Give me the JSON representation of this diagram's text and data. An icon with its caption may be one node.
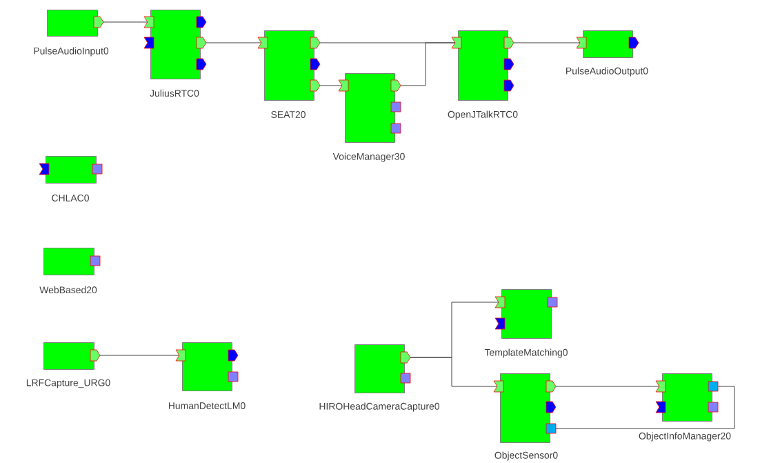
{
  "diagram": {
    "nodes": [
      {
        "text": [
          "PulseAudioInput0"
        ]
      },
      {
        "text": [
          "JuliusRTC0"
        ]
      },
      {
        "text": [
          "SEAT20"
        ]
      },
      {
        "text": [
          "VoiceManager30"
        ]
      },
      {
        "text": [
          "OpenJTalkRTC0"
        ]
      },
      {
        "text": [
          "PulseAudioOutput0"
        ]
      },
      {
        "text": [
          "CHLAC0"
        ]
      },
      {
        "text": [
          "WebBased20"
        ]
      },
      {
        "text": [
          "LRFCapture_URG0"
        ]
      },
      {
        "text": [
          "HumanDetectLM0"
        ]
      },
      {
        "text": [
          "HIROHeadCameraCapture0"
        ]
      },
      {
        "text": [
          "TemplateMatching0"
        ]
      },
      {
        "text": [
          "ObjectSensor0"
        ]
      },
      {
        "text": [
          "ObjectInfoManager20"
        ]
      }
    ],
    "edges": [
      {
        "from": 0,
        "to": 1,
        "arrow": "none"
      },
      {
        "from": 1,
        "to": 2,
        "arrow": "none"
      },
      {
        "from": 2,
        "to": 4,
        "arrow": "none"
      },
      {
        "from": 2,
        "to": 3,
        "arrow": "none"
      },
      {
        "from": 3,
        "to": 4,
        "arrow": "none"
      },
      {
        "from": 4,
        "to": 5,
        "arrow": "none"
      },
      {
        "from": 8,
        "to": 9,
        "arrow": "none"
      },
      {
        "from": 10,
        "to": 11,
        "arrow": "none"
      },
      {
        "from": 10,
        "to": 12,
        "arrow": "none"
      },
      {
        "from": 12,
        "to": 13,
        "arrow": "none"
      },
      {
        "from": 12,
        "to": 13,
        "arrow": "none"
      }
    ]
  }
}
